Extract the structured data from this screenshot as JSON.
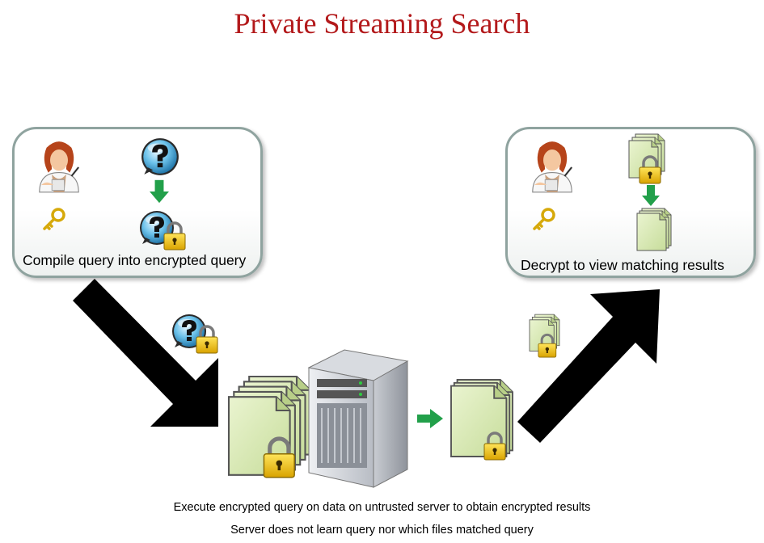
{
  "title": "Private Streaming Search",
  "left_panel": {
    "caption": "Compile query into encrypted query",
    "icons": [
      "user-icon",
      "key-icon",
      "query-bubble-icon",
      "down-arrow-icon",
      "encrypted-query-icon"
    ]
  },
  "right_panel": {
    "caption": "Decrypt to view matching results",
    "icons": [
      "user-icon",
      "key-icon",
      "encrypted-documents-icon",
      "down-arrow-icon",
      "documents-icon"
    ]
  },
  "footer": {
    "line1": "Execute encrypted query on data on untrusted server to obtain encrypted results",
    "line2": "Server does not learn query nor which files matched query"
  },
  "colors": {
    "title": "#b3191b",
    "panel_border": "#8fa39f",
    "document_fill": "#d8e8b4",
    "lock_gold": "#f2c200",
    "arrow_green": "#22a04a",
    "flow_arrow": "#000000"
  }
}
